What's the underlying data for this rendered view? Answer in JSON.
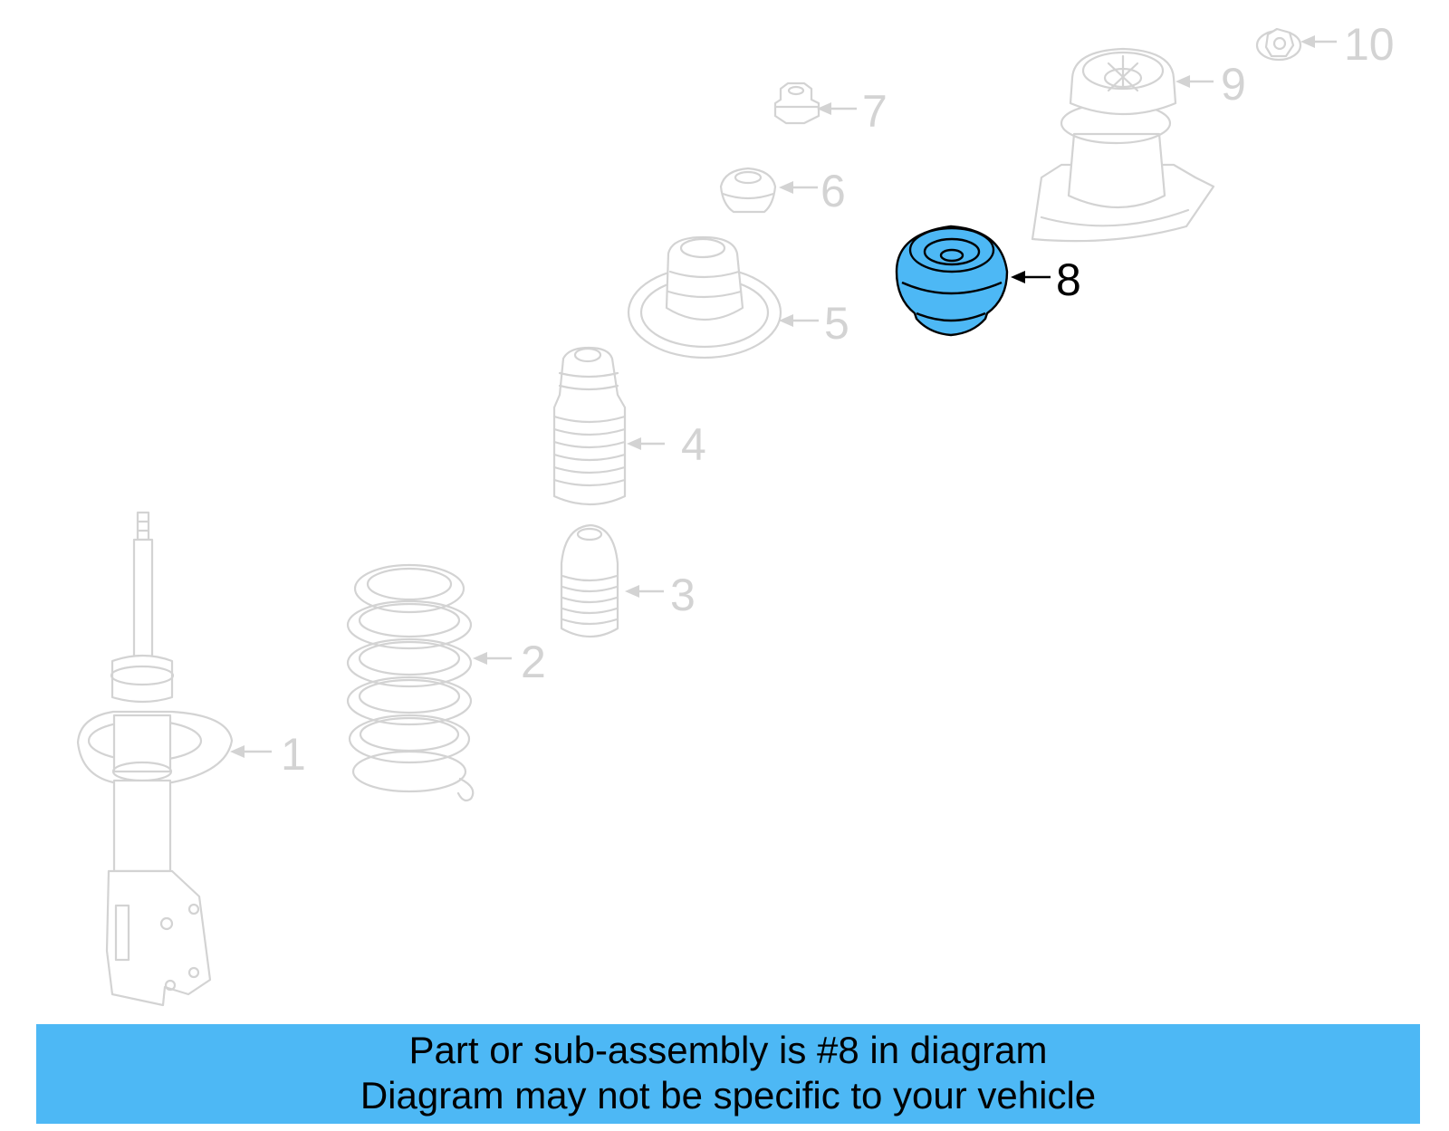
{
  "callouts": {
    "c1": "1",
    "c2": "2",
    "c3": "3",
    "c4": "4",
    "c5": "5",
    "c6": "6",
    "c7": "7",
    "c8": "8",
    "c9": "9",
    "c10": "10"
  },
  "highlighted_part": "8",
  "colors": {
    "highlight": "#4db8f5",
    "ghost": "#d3d3d3",
    "outline": "#000000"
  },
  "banner": {
    "line1": "Part or sub-assembly is #8 in diagram",
    "line2": "Diagram may not be specific to your vehicle"
  }
}
